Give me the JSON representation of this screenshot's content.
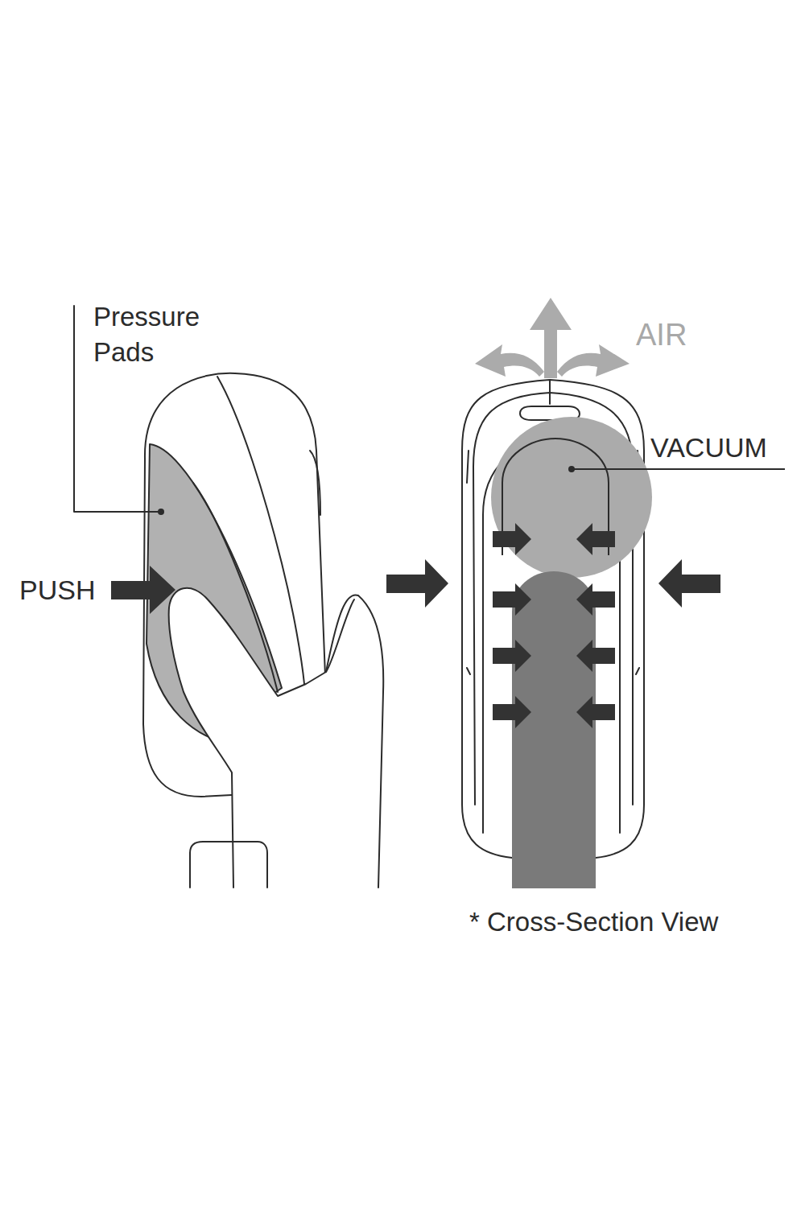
{
  "diagram": {
    "labels": [
      "Pressure Pads",
      "PUSH",
      "AIR",
      "VACUUM",
      "* Cross-Section View"
    ]
  }
}
